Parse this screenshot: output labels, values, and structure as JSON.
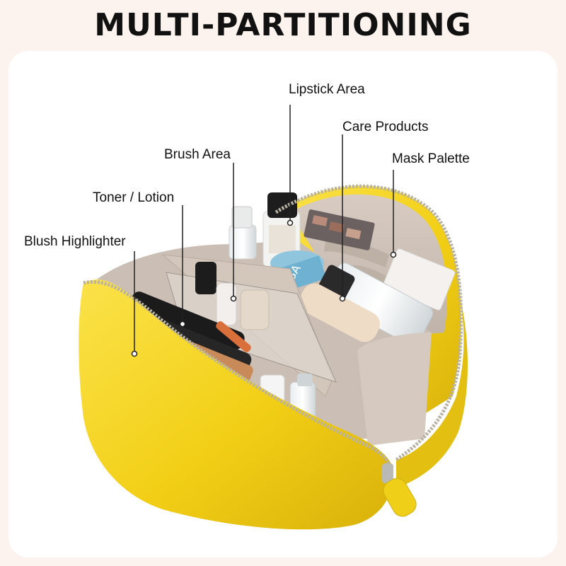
{
  "title": "MULTI-PARTITIONING",
  "callouts": {
    "lipstick": "Lipstick Area",
    "care": "Care Products",
    "mask": "Mask Palette",
    "brush": "Brush Area",
    "toner": "Toner / Lotion",
    "blush": "Blush Highlighter"
  },
  "bottle_text": "OSA",
  "colors": {
    "background": "#fdf3ee",
    "panel": "#ffffff",
    "bag_yellow": "#f3d21e",
    "lining": "#c9bdb4"
  }
}
